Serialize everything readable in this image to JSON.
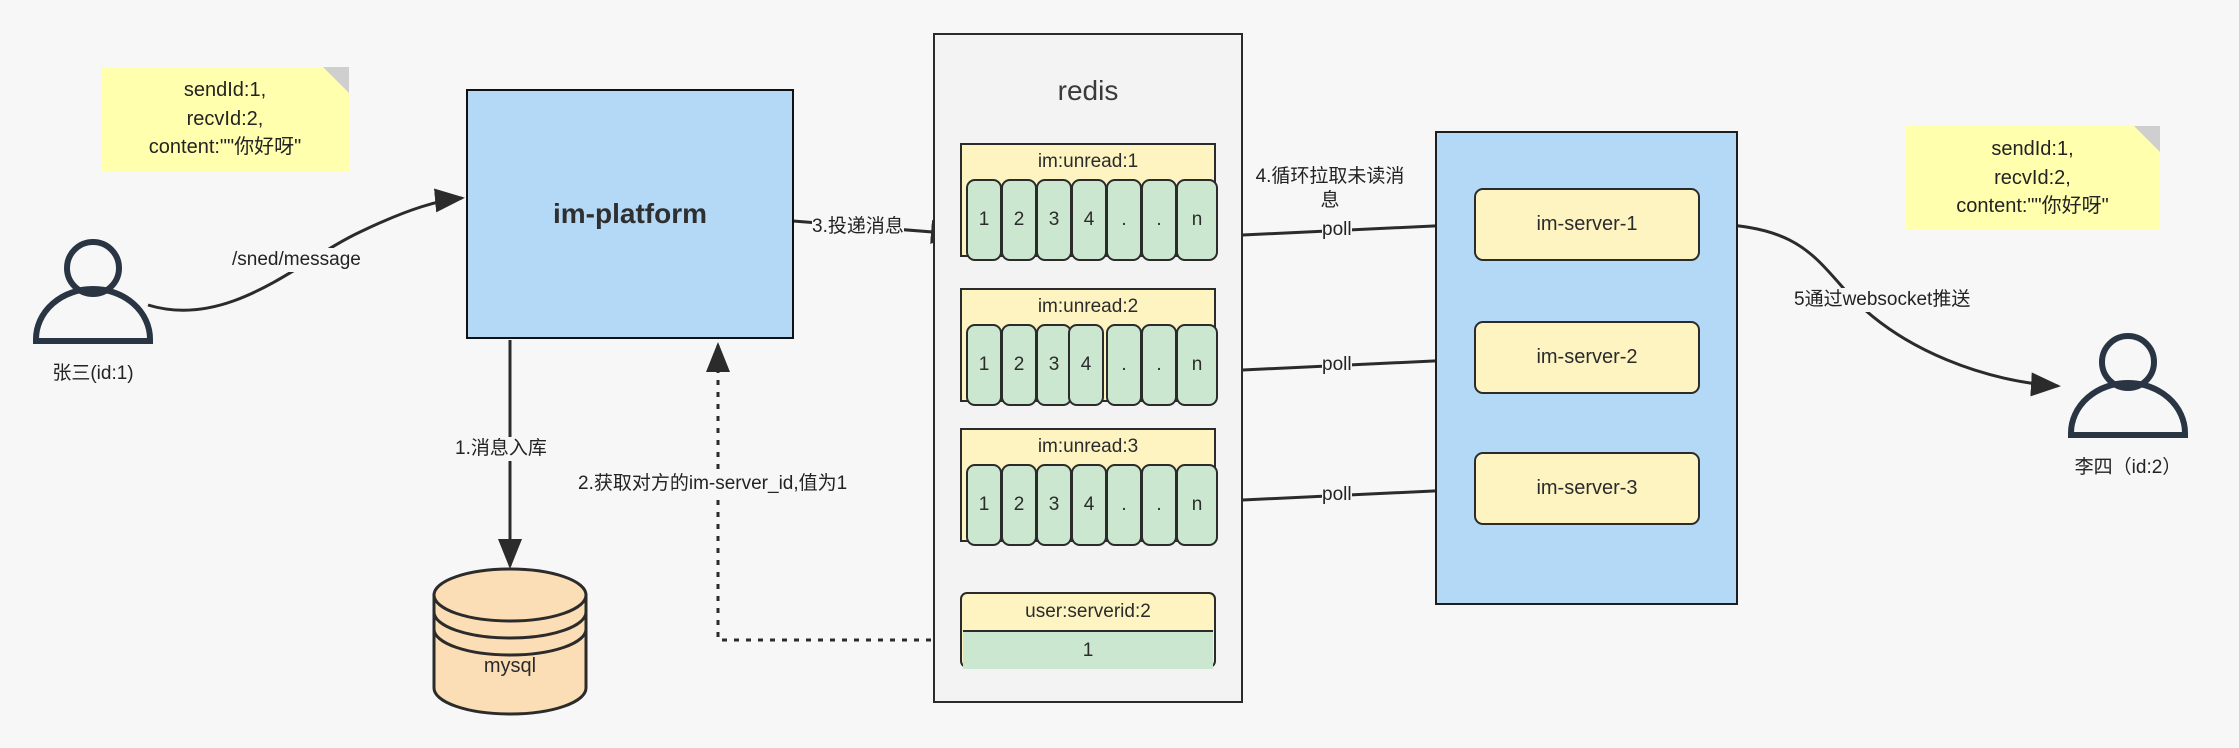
{
  "diagram": {
    "title": "IM message delivery architecture",
    "colors": {
      "background": "#f7f7f7",
      "note_yellow": "#ffffad",
      "platform_blue": "#b4d9f6",
      "server_yellow": "#fdf4c2",
      "cell_green": "#cbe7cf",
      "db_orange": "#fbdeb5",
      "stroke": "#2b2b2b"
    }
  },
  "notes": {
    "left": "sendId:1,\nrecvId:2,\ncontent:\"\"你好呀\"",
    "right": "sendId:1,\nrecvId:2,\ncontent:\"\"你好呀\""
  },
  "actors": {
    "sender": {
      "caption": "张三(id:1)"
    },
    "receiver": {
      "caption": "李四（id:2）"
    }
  },
  "nodes": {
    "platform": {
      "label": "im-platform"
    },
    "database": {
      "label": "mysql"
    },
    "redis": {
      "title": "redis"
    },
    "servers": [
      {
        "label": "im-server-1"
      },
      {
        "label": "im-server-2"
      },
      {
        "label": "im-server-3"
      }
    ]
  },
  "redis_queues": [
    {
      "key": "im:unread:1",
      "cells": [
        "1",
        "2",
        "3",
        "4",
        ".",
        ".",
        "n"
      ]
    },
    {
      "key": "im:unread:2",
      "cells": [
        "1",
        "2",
        "3",
        "4",
        ".",
        ".",
        "n"
      ]
    },
    {
      "key": "im:unread:3",
      "cells": [
        "1",
        "2",
        "3",
        "4",
        ".",
        ".",
        "n"
      ]
    }
  ],
  "redis_kv": {
    "key": "user:serverid:2",
    "value": "1"
  },
  "edge_labels": {
    "send_message": "/sned/message",
    "step1": "1.消息入库",
    "step2": "2.获取对方的im-server_id,值为1",
    "step3": "3.投递消息",
    "step4": "4.循环拉取未读消息",
    "step5": "5通过websocket推送",
    "poll1": "poll",
    "poll2": "poll",
    "poll3": "poll"
  }
}
